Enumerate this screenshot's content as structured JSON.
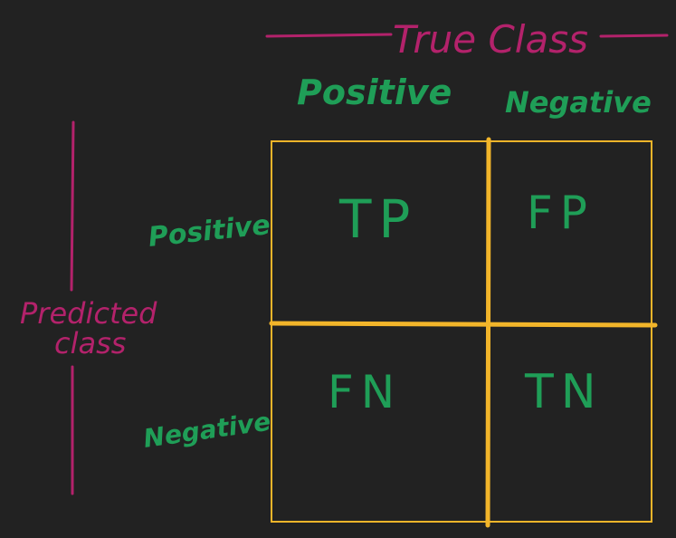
{
  "diagram": {
    "true_class_label": "True Class",
    "predicted_class_label_line1": "Predicted",
    "predicted_class_label_line2": "class",
    "column_headers": [
      "Positive",
      "Negative"
    ],
    "row_headers": [
      "Positive",
      "Negative"
    ],
    "cells": [
      [
        "TP",
        "FP"
      ],
      [
        "FN",
        "TN"
      ]
    ]
  },
  "colors": {
    "background": "#222222",
    "handwriting_green": "#1f9e57",
    "handwriting_magenta": "#b3226b",
    "grid_yellow": "#f2b52a"
  }
}
